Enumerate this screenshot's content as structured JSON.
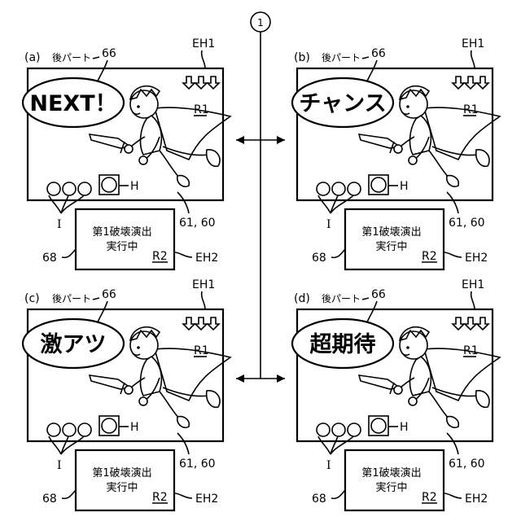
{
  "center_marker": "1",
  "panels": [
    {
      "id": "a",
      "tag": "(a)",
      "part_label": "後パート",
      "ref_66": "66",
      "ref_eh1": "EH1",
      "bubble_text": "NEXT！",
      "ref_r1": "R1",
      "ref_h": "H",
      "ref_i": "I",
      "ref_61_60": "61, 60",
      "box_line1": "第1破壊演出",
      "box_line2": "実行中",
      "ref_r2": "R2",
      "ref_68": "68",
      "ref_eh2": "EH2"
    },
    {
      "id": "b",
      "tag": "(b)",
      "part_label": "後パート",
      "ref_66": "66",
      "ref_eh1": "EH1",
      "bubble_text": "チャンス",
      "ref_r1": "R1",
      "ref_h": "H",
      "ref_i": "I",
      "ref_61_60": "61, 60",
      "box_line1": "第1破壊演出",
      "box_line2": "実行中",
      "ref_r2": "R2",
      "ref_68": "68",
      "ref_eh2": "EH2"
    },
    {
      "id": "c",
      "tag": "(c)",
      "part_label": "後パート",
      "ref_66": "66",
      "ref_eh1": "EH1",
      "bubble_text": "激アツ",
      "ref_r1": "R1",
      "ref_h": "H",
      "ref_i": "I",
      "ref_61_60": "61, 60",
      "box_line1": "第1破壊演出",
      "box_line2": "実行中",
      "ref_r2": "R2",
      "ref_68": "68",
      "ref_eh2": "EH2"
    },
    {
      "id": "d",
      "tag": "(d)",
      "part_label": "後パート",
      "ref_66": "66",
      "ref_eh1": "EH1",
      "bubble_text": "超期待",
      "ref_r1": "R1",
      "ref_h": "H",
      "ref_i": "I",
      "ref_61_60": "61, 60",
      "box_line1": "第1破壊演出",
      "box_line2": "実行中",
      "ref_r2": "R2",
      "ref_68": "68",
      "ref_eh2": "EH2"
    }
  ]
}
